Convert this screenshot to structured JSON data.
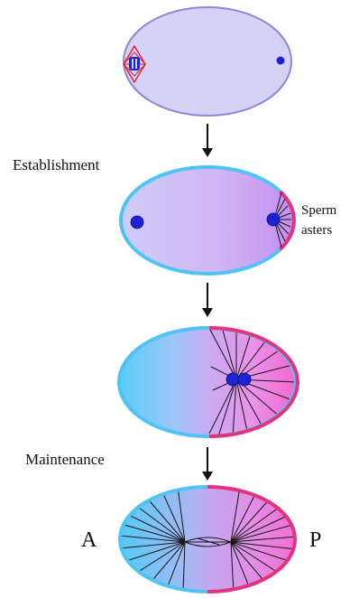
{
  "labels": {
    "establishment": "Establishment",
    "sperm_line1": "Sperm",
    "sperm_line2": "asters",
    "maintenance": "Maintenance",
    "anterior": "A",
    "posterior": "P"
  },
  "colors": {
    "cytoplasm": "#d6d2f6",
    "embryo_outline_gray": "#8c86d9",
    "anterior_blue": "#4fc3f5",
    "middle_purple": "#c9a6ef",
    "posterior_pink": "#f05ab8",
    "posterior_magenta": "#e3337f",
    "nucleus": "#1d22d6",
    "spindle_red": "#e0202a",
    "aster_line": "#141414",
    "arrow": "#111111"
  },
  "stages": [
    {
      "name": "one-cell embryo with meiotic spindle and sperm pronucleus"
    },
    {
      "name": "establishment with sperm asters"
    },
    {
      "name": "pronuclear meeting"
    },
    {
      "name": "maintenance with spindle"
    }
  ]
}
